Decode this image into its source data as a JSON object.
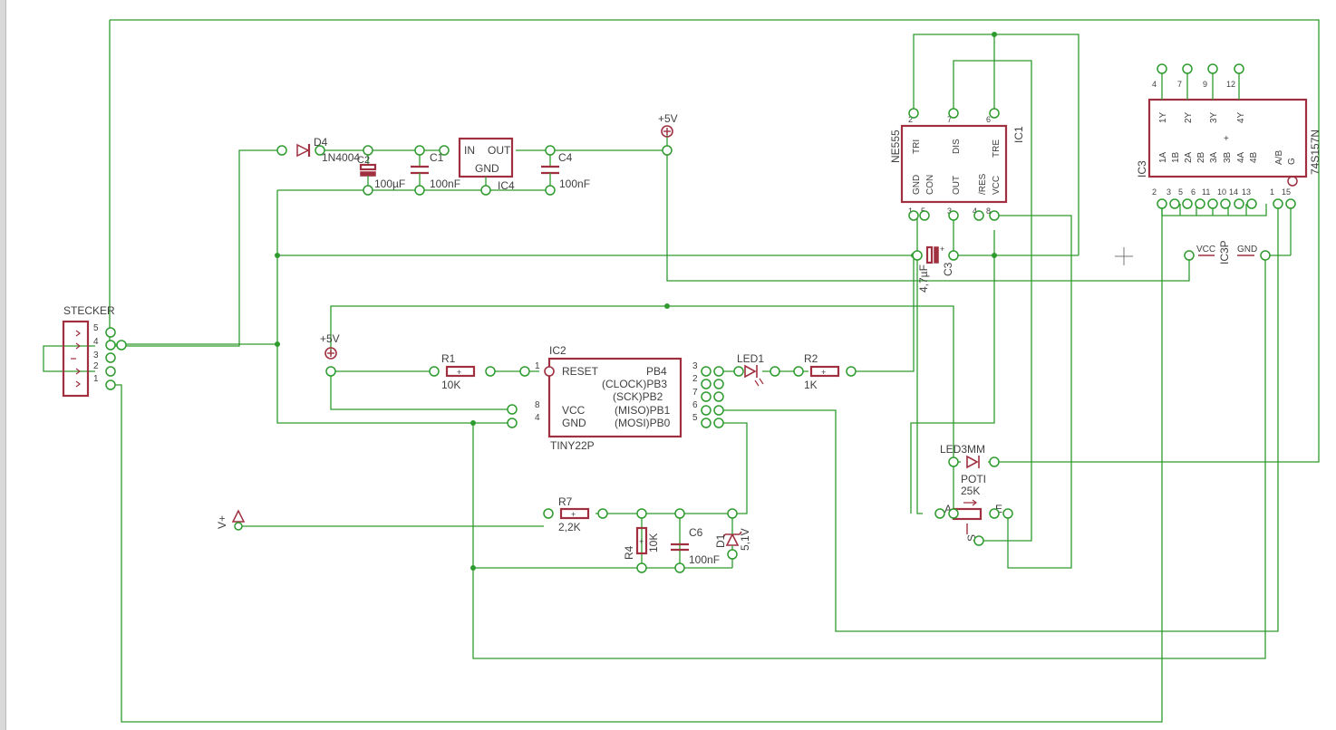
{
  "labels": {
    "d4": "D4",
    "d4_value": "1N4004",
    "c2": "C2",
    "c2_value": "100µF",
    "c1": "C1",
    "c1_value": "100nF",
    "ic4_in": "IN",
    "ic4_out": "OUT",
    "ic4_gnd": "GND",
    "ic4": "IC4",
    "c4": "C4",
    "c4_value": "100nF",
    "vcc_top": "+5V",
    "vcc_left": "+5V",
    "stecker": "STECKER",
    "stecker_pins": [
      "5",
      "4",
      "3",
      "2",
      "1"
    ],
    "ne555": "NE555",
    "ic1": "IC1",
    "ne555_top_pins": [
      "TRI",
      "DIS",
      "TRE"
    ],
    "ne555_bottom_pins": [
      "GND",
      "CON",
      "OUT",
      "/RES",
      "VCC"
    ],
    "ne555_pin_numbers": [
      "2",
      "7",
      "6",
      "1",
      "5",
      "3",
      "4",
      "8"
    ],
    "c3": "C3",
    "c3_value": "4,7µF",
    "ic3p": "IC3P",
    "ic3p_vcc": "VCC",
    "ic3p_gnd": "GND",
    "ic3": "IC3",
    "ic3_part": "74S157N",
    "ic3_top_pins": [
      "1Y",
      "2Y",
      "3Y",
      "4Y"
    ],
    "ic3_bottom_pins": [
      "1A",
      "1B",
      "2A",
      "2B",
      "3A",
      "3B",
      "4A",
      "4B",
      "A/B",
      "G"
    ],
    "ic3_top_numbers": [
      "4",
      "7",
      "9",
      "12"
    ],
    "ic3_bottom_numbers": [
      "2",
      "3",
      "5",
      "6",
      "11",
      "10",
      "14",
      "13",
      "1",
      "15"
    ],
    "r1": "R1",
    "r1_value": "10K",
    "ic2": "IC2",
    "ic2_part": "TINY22P",
    "ic2_left_pins": [
      "RESET",
      "VCC",
      "GND"
    ],
    "ic2_right_pins": [
      "PB4",
      "(CLOCK)PB3",
      "(SCK)PB2",
      "(MISO)PB1",
      "(MOSI)PB0"
    ],
    "ic2_pin_numbers": [
      "1",
      "8",
      "4",
      "3",
      "2",
      "7",
      "6",
      "5"
    ],
    "led1": "LED1",
    "r2": "R2",
    "r2_value": "1K",
    "led3mm": "LED3MM",
    "poti": "POTI",
    "poti_value": "25K",
    "poti_a": "A",
    "poti_e": "E",
    "poti_s": "S",
    "vplus": "V+",
    "r7": "R7",
    "r7_value": "2,2K",
    "r4": "R4",
    "r4_value": "10K",
    "c6": "C6",
    "c6_value": "100nF",
    "d1": "D1",
    "d1_value": "5,1V"
  }
}
